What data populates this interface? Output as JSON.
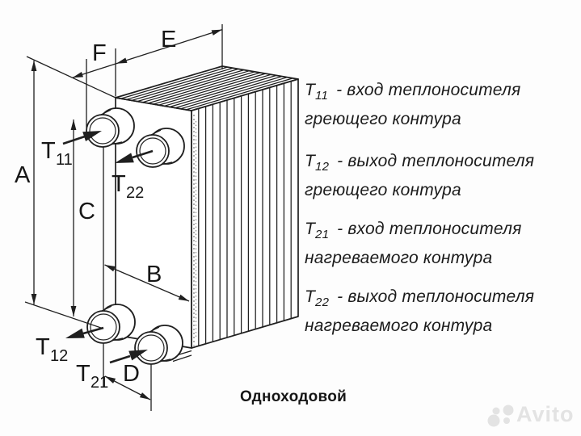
{
  "diagram": {
    "dims": {
      "a": "A",
      "b": "B",
      "c": "C",
      "d": "D",
      "e": "E",
      "f": "F"
    },
    "ports": {
      "t11": {
        "main": "T",
        "sub": "11"
      },
      "t22": {
        "main": "T",
        "sub": "22"
      },
      "t12": {
        "main": "T",
        "sub": "12"
      },
      "t21": {
        "main": "T",
        "sub": "21"
      }
    }
  },
  "legend": {
    "entries": [
      {
        "term_main": "Т",
        "term_sub": "11",
        "desc": "- вход теплоносителя",
        "line2": "греющего контура"
      },
      {
        "term_main": "Т",
        "term_sub": "12",
        "desc": "- выход теплоносителя",
        "line2": "греющего контура"
      },
      {
        "term_main": "Т",
        "term_sub": "21",
        "desc": "- вход теплоносителя",
        "line2": "нагреваемого контура"
      },
      {
        "term_main": "Т",
        "term_sub": "22",
        "desc": "- выход теплоносителя",
        "line2": "нагреваемого контура"
      }
    ]
  },
  "caption": "Одноходовой",
  "watermark": "Avito",
  "colors": {
    "line": "#1f1f1f",
    "text": "#161616",
    "watermark": "#e3e3e3"
  }
}
